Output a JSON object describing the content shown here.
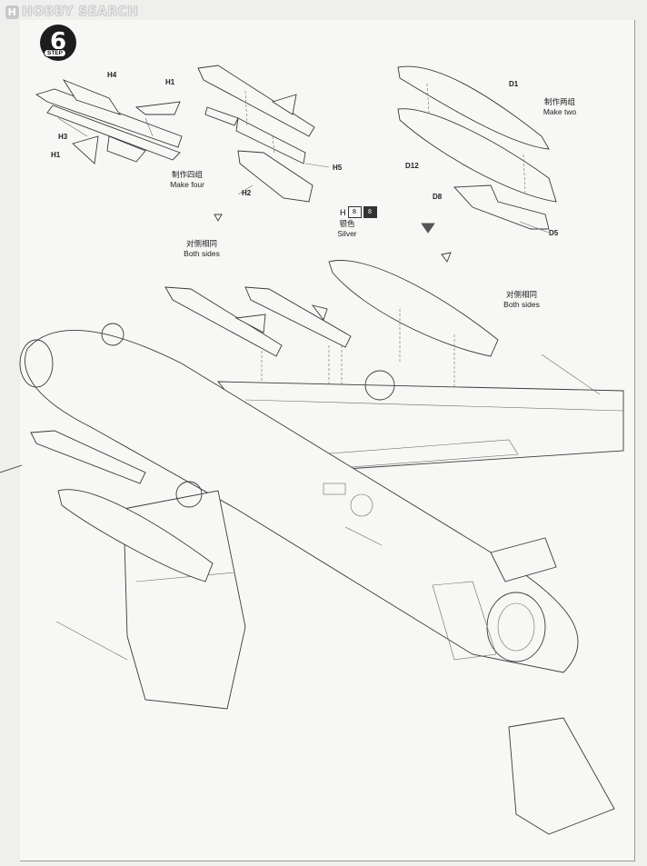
{
  "watermark": {
    "badge": "H",
    "text": "HOBBY SEARCH"
  },
  "step": {
    "number": "6",
    "label": "STEP"
  },
  "labels": {
    "h4": "H4",
    "h1_top": "H1",
    "h3": "H3",
    "h1_left": "H1",
    "h5": "H5",
    "h2": "H2",
    "d1": "D1",
    "d12": "D12",
    "d8": "D8",
    "d5": "D5"
  },
  "notes": {
    "make_four_cn": "制作四组",
    "make_four_en": "Make four",
    "make_two_cn": "制作两组",
    "make_two_en": "Make two",
    "both_sides_cn_1": "对侧相同",
    "both_sides_en_1": "Both sides",
    "both_sides_cn_2": "对侧相同",
    "both_sides_en_2": "Both sides"
  },
  "paint_callout": {
    "prefix": "H",
    "code1": "8",
    "code2": "8",
    "color_cn": "银色",
    "color_en": "Silver"
  },
  "colors": {
    "line": "#3a3a3a",
    "paper": "#f7f7f5"
  }
}
